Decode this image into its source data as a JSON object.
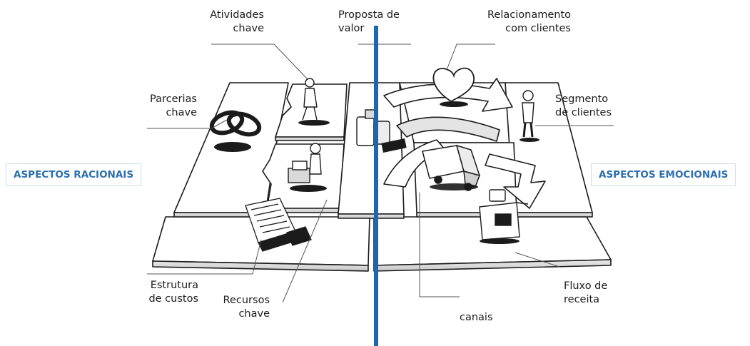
{
  "labels": {
    "atividades_chave": [
      "Atividades",
      "chave"
    ],
    "proposta_de_valor": [
      "Proposta de",
      "valor"
    ],
    "relacionamento": [
      "Relacionamento",
      "com clientes"
    ],
    "parcerias_chave": [
      "Parcerias",
      "chave"
    ],
    "segmento": [
      "Segmento",
      "de clientes"
    ],
    "estrutura": [
      "Estrutura",
      "de custos"
    ],
    "recursos": [
      "Recursos",
      "chave"
    ],
    "canais": [
      "canais"
    ],
    "fluxo": [
      "Fluxo de",
      "receita"
    ]
  },
  "aspects": {
    "left": "ASPECTOS RACIONAIS",
    "right": "ASPECTOS EMOCIONAIS"
  },
  "colors": {
    "divider": "#1f66b1",
    "aspect_text": "#2b6fb0",
    "aspect_border": "#c9dff0",
    "line": "#1b1b1b",
    "board_shade": "#d6d6d6"
  },
  "icons": [
    "rings-icon",
    "worker-icon",
    "cart-icon",
    "boxes-icon",
    "heart-icon",
    "person-icon",
    "truck-icon",
    "cash-register-icon",
    "document-icon",
    "calculator-icon"
  ]
}
